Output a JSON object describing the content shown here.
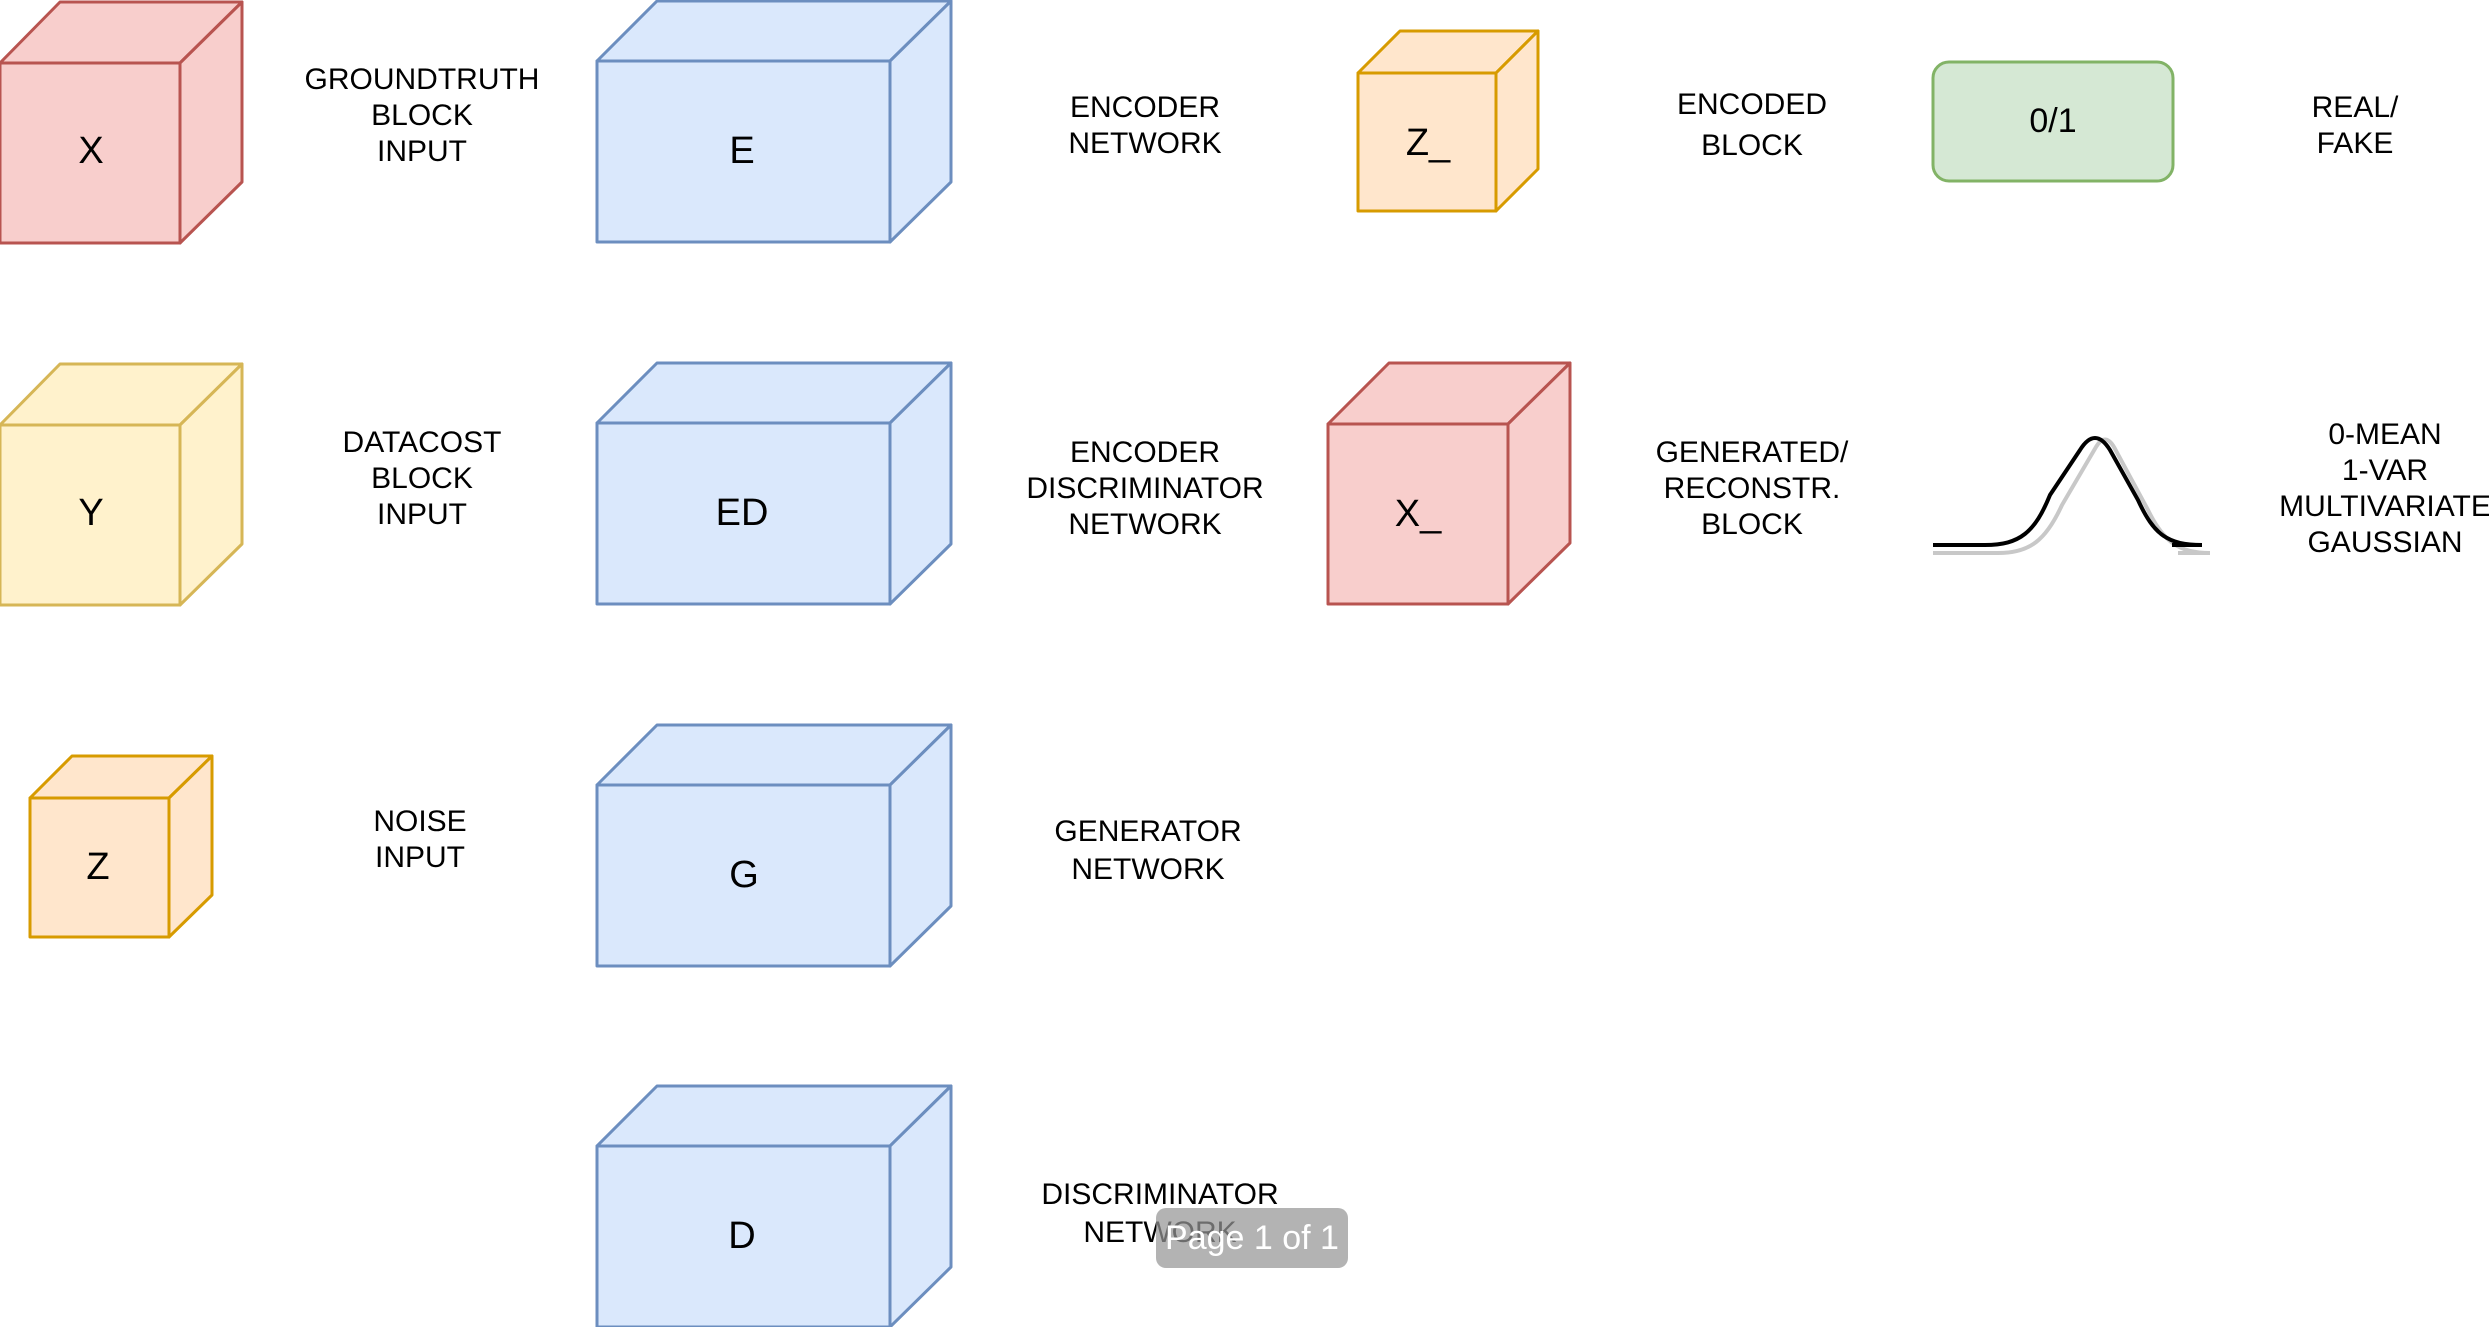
{
  "colors": {
    "red_fill": "#f8cecc",
    "red_stroke": "#b85450",
    "blue_fill": "#dae8fc",
    "blue_stroke": "#6c8ebf",
    "orange_fill": "#ffe6cc",
    "orange_stroke": "#d79b00",
    "yellow_fill": "#fff2cc",
    "yellow_stroke": "#d6b656",
    "green_fill": "#d5e8d4",
    "green_stroke": "#82b366"
  },
  "blocks": {
    "x": "X",
    "y": "Y",
    "z": "Z",
    "e": "E",
    "ed": "ED",
    "g": "G",
    "d": "D",
    "z_enc": "Z_",
    "x_gen": "X_",
    "real_fake": "0/1"
  },
  "labels": {
    "groundtruth": [
      "GROUNDTRUTH",
      "BLOCK",
      "INPUT"
    ],
    "datacost": [
      "DATACOST",
      "BLOCK",
      "INPUT"
    ],
    "noise": [
      "NOISE",
      "INPUT"
    ],
    "encoder": [
      "ENCODER",
      "NETWORK"
    ],
    "encoder_disc": [
      "ENCODER",
      "DISCRIMINATOR",
      "NETWORK"
    ],
    "generator": [
      "GENERATOR",
      "NETWORK"
    ],
    "discriminator": [
      "DISCRIMINATOR",
      "NETWORK"
    ],
    "encoded": [
      "ENCODED",
      "BLOCK"
    ],
    "generated": [
      "GENERATED/",
      "RECONSTR.",
      "BLOCK"
    ],
    "real_fake": [
      "REAL/",
      "FAKE"
    ],
    "gaussian": [
      "0-MEAN",
      "1-VAR",
      "MULTIVARIATE",
      "GAUSSIAN"
    ]
  },
  "pager": "Page 1 of 1"
}
